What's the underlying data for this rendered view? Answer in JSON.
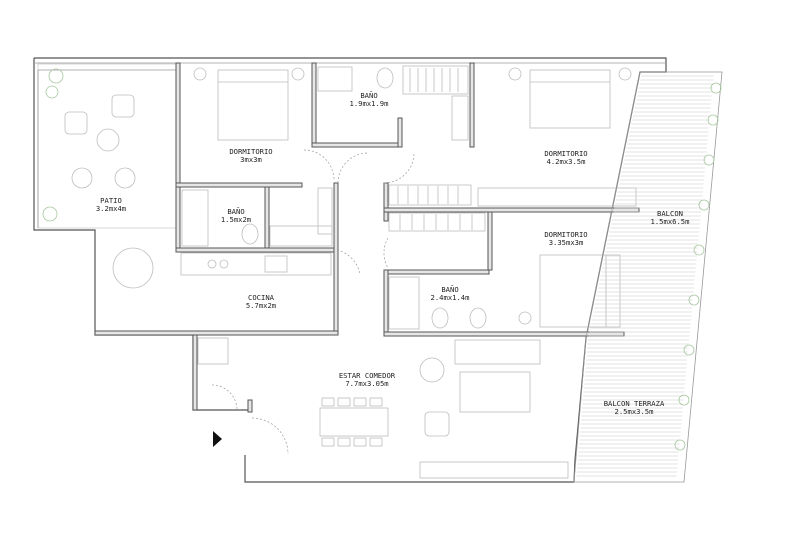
{
  "rooms": [
    {
      "id": "patio",
      "name": "PATIO",
      "size": "3.2mx4m"
    },
    {
      "id": "dormitorio-1",
      "name": "DORMITORIO",
      "size": "3mx3m"
    },
    {
      "id": "bano-1",
      "name": "BAÑO",
      "size": "1.9mx1.9m"
    },
    {
      "id": "dormitorio-2",
      "name": "DORMITORIO",
      "size": "4.2mx3.5m"
    },
    {
      "id": "bano-2",
      "name": "BAÑO",
      "size": "1.5mx2m"
    },
    {
      "id": "balcon",
      "name": "BALCON",
      "size": "1.5mx6.5m"
    },
    {
      "id": "dormitorio-3",
      "name": "DORMITORIO",
      "size": "3.35mx3m"
    },
    {
      "id": "bano-3",
      "name": "BAÑO",
      "size": "2.4mx1.4m"
    },
    {
      "id": "cocina",
      "name": "COCINA",
      "size": "5.7mx2m"
    },
    {
      "id": "estar-comedor",
      "name": "ESTAR COMEDOR",
      "size": "7.7mx3.05m"
    },
    {
      "id": "balcon-terraza",
      "name": "BALCON TERRAZA",
      "size": "2.5mx3.5m"
    }
  ],
  "icons": {
    "entrance": "entrance-arrow-icon"
  },
  "colors": {
    "wall": "#555555",
    "wall_fill": "#e6e6e6",
    "furniture": "#bdbdbd",
    "plants": "#a8c8a0",
    "label": "#222222"
  }
}
